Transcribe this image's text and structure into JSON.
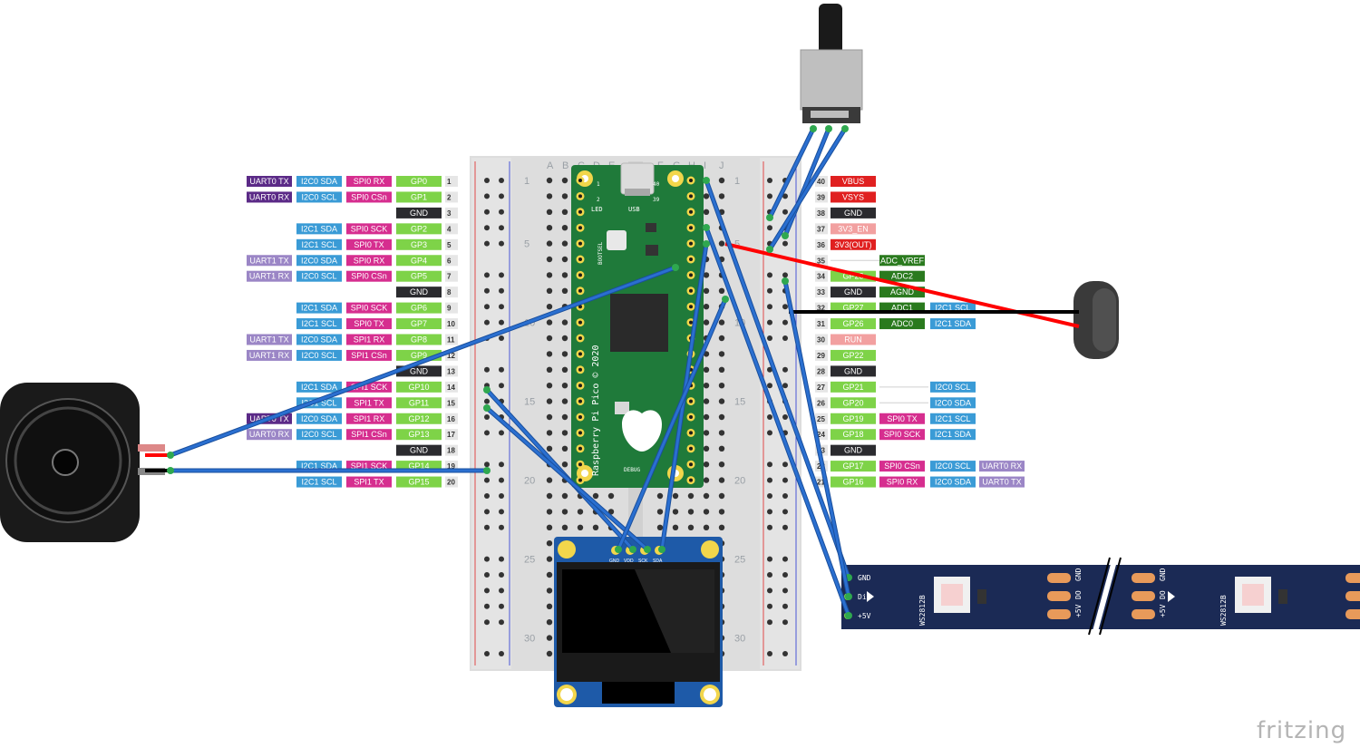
{
  "watermark": "fritzing",
  "breadboard": {
    "rows": [
      "1",
      "5",
      "10",
      "15",
      "20",
      "25",
      "30"
    ],
    "columns": [
      "A",
      "B",
      "C",
      "D",
      "E",
      "F",
      "G",
      "H",
      "I",
      "J"
    ]
  },
  "pico": {
    "vertical_text": "Raspberry Pi Pico © 2020",
    "led_label": "LED",
    "usb_label": "USB",
    "bootsel_label": "BOOTSEL",
    "debug_label": "DEBUG",
    "pin_numbers": [
      "1",
      "2",
      "39",
      "40"
    ]
  },
  "pinout_left": [
    {
      "num": "1",
      "labels": [
        {
          "t": "UART0 TX",
          "k": "uart0"
        },
        {
          "t": "I2C0 SDA",
          "k": "i2c"
        },
        {
          "t": "SPI0 RX",
          "k": "spi"
        },
        {
          "t": "GP0",
          "k": "gp"
        }
      ]
    },
    {
      "num": "2",
      "labels": [
        {
          "t": "UART0 RX",
          "k": "uart0"
        },
        {
          "t": "I2C0 SCL",
          "k": "i2c"
        },
        {
          "t": "SPI0 CSn",
          "k": "spi"
        },
        {
          "t": "GP1",
          "k": "gp"
        }
      ]
    },
    {
      "num": "3",
      "labels": [
        {
          "t": "GND",
          "k": "gnd"
        }
      ]
    },
    {
      "num": "4",
      "labels": [
        {
          "t": "I2C1 SDA",
          "k": "i2c"
        },
        {
          "t": "SPI0 SCK",
          "k": "spi"
        },
        {
          "t": "GP2",
          "k": "gp"
        }
      ]
    },
    {
      "num": "5",
      "labels": [
        {
          "t": "I2C1 SCL",
          "k": "i2c"
        },
        {
          "t": "SPI0 TX",
          "k": "spi"
        },
        {
          "t": "GP3",
          "k": "gp"
        }
      ]
    },
    {
      "num": "6",
      "labels": [
        {
          "t": "UART1 TX",
          "k": "uart1"
        },
        {
          "t": "I2C0 SDA",
          "k": "i2c"
        },
        {
          "t": "SPI0 RX",
          "k": "spi"
        },
        {
          "t": "GP4",
          "k": "gp"
        }
      ]
    },
    {
      "num": "7",
      "labels": [
        {
          "t": "UART1 RX",
          "k": "uart1"
        },
        {
          "t": "I2C0 SCL",
          "k": "i2c"
        },
        {
          "t": "SPI0 CSn",
          "k": "spi"
        },
        {
          "t": "GP5",
          "k": "gp"
        }
      ]
    },
    {
      "num": "8",
      "labels": [
        {
          "t": "GND",
          "k": "gnd"
        }
      ]
    },
    {
      "num": "9",
      "labels": [
        {
          "t": "I2C1 SDA",
          "k": "i2c"
        },
        {
          "t": "SPI0 SCK",
          "k": "spi"
        },
        {
          "t": "GP6",
          "k": "gp"
        }
      ]
    },
    {
      "num": "10",
      "labels": [
        {
          "t": "I2C1 SCL",
          "k": "i2c"
        },
        {
          "t": "SPI0 TX",
          "k": "spi"
        },
        {
          "t": "GP7",
          "k": "gp"
        }
      ]
    },
    {
      "num": "11",
      "labels": [
        {
          "t": "UART1 TX",
          "k": "uart1"
        },
        {
          "t": "I2C0 SDA",
          "k": "i2c"
        },
        {
          "t": "SPI1 RX",
          "k": "spi"
        },
        {
          "t": "GP8",
          "k": "gp"
        }
      ]
    },
    {
      "num": "12",
      "labels": [
        {
          "t": "UART1 RX",
          "k": "uart1"
        },
        {
          "t": "I2C0 SCL",
          "k": "i2c"
        },
        {
          "t": "SPI1 CSn",
          "k": "spi"
        },
        {
          "t": "GP9",
          "k": "gp"
        }
      ]
    },
    {
      "num": "13",
      "labels": [
        {
          "t": "GND",
          "k": "gnd"
        }
      ]
    },
    {
      "num": "14",
      "labels": [
        {
          "t": "I2C1 SDA",
          "k": "i2c"
        },
        {
          "t": "SPI1 SCK",
          "k": "spi"
        },
        {
          "t": "GP10",
          "k": "gp"
        }
      ]
    },
    {
      "num": "15",
      "labels": [
        {
          "t": "I2C1 SCL",
          "k": "i2c"
        },
        {
          "t": "SPI1 TX",
          "k": "spi"
        },
        {
          "t": "GP11",
          "k": "gp"
        }
      ]
    },
    {
      "num": "16",
      "labels": [
        {
          "t": "UART0 TX",
          "k": "uart0"
        },
        {
          "t": "I2C0 SDA",
          "k": "i2c"
        },
        {
          "t": "SPI1 RX",
          "k": "spi"
        },
        {
          "t": "GP12",
          "k": "gp"
        }
      ]
    },
    {
      "num": "17",
      "labels": [
        {
          "t": "UART0 RX",
          "k": "uart1"
        },
        {
          "t": "I2C0 SCL",
          "k": "i2c"
        },
        {
          "t": "SPI1 CSn",
          "k": "spi"
        },
        {
          "t": "GP13",
          "k": "gp"
        }
      ]
    },
    {
      "num": "18",
      "labels": [
        {
          "t": "GND",
          "k": "gnd"
        }
      ]
    },
    {
      "num": "19",
      "labels": [
        {
          "t": "I2C1 SDA",
          "k": "i2c"
        },
        {
          "t": "SPI1 SCK",
          "k": "spi"
        },
        {
          "t": "GP14",
          "k": "gp"
        }
      ]
    },
    {
      "num": "20",
      "labels": [
        {
          "t": "I2C1 SCL",
          "k": "i2c"
        },
        {
          "t": "SPI1 TX",
          "k": "spi"
        },
        {
          "t": "GP15",
          "k": "gp"
        }
      ]
    }
  ],
  "pinout_right": [
    {
      "num": "40",
      "labels": [
        {
          "t": "VBUS",
          "k": "pwr"
        }
      ]
    },
    {
      "num": "39",
      "labels": [
        {
          "t": "VSYS",
          "k": "pwr"
        }
      ]
    },
    {
      "num": "38",
      "labels": [
        {
          "t": "GND",
          "k": "gnd"
        }
      ]
    },
    {
      "num": "37",
      "labels": [
        {
          "t": "3V3_EN",
          "k": "pwrlight"
        }
      ]
    },
    {
      "num": "36",
      "labels": [
        {
          "t": "3V3(OUT)",
          "k": "pwr"
        }
      ]
    },
    {
      "num": "35",
      "labels": [
        {
          "t": "",
          "k": "none"
        },
        {
          "t": "ADC_VREF",
          "k": "adc"
        }
      ]
    },
    {
      "num": "34",
      "labels": [
        {
          "t": "GP28",
          "k": "gp"
        },
        {
          "t": "ADC2",
          "k": "adc"
        }
      ]
    },
    {
      "num": "33",
      "labels": [
        {
          "t": "GND",
          "k": "gnd"
        },
        {
          "t": "AGND",
          "k": "adc"
        }
      ]
    },
    {
      "num": "32",
      "labels": [
        {
          "t": "GP27",
          "k": "gp"
        },
        {
          "t": "ADC1",
          "k": "adc"
        },
        {
          "t": "I2C1 SCL",
          "k": "i2c"
        }
      ]
    },
    {
      "num": "31",
      "labels": [
        {
          "t": "GP26",
          "k": "gp"
        },
        {
          "t": "ADC0",
          "k": "adc"
        },
        {
          "t": "I2C1 SDA",
          "k": "i2c"
        }
      ]
    },
    {
      "num": "30",
      "labels": [
        {
          "t": "RUN",
          "k": "pwrlight"
        }
      ]
    },
    {
      "num": "29",
      "labels": [
        {
          "t": "GP22",
          "k": "gp"
        }
      ]
    },
    {
      "num": "28",
      "labels": [
        {
          "t": "GND",
          "k": "gnd"
        }
      ]
    },
    {
      "num": "27",
      "labels": [
        {
          "t": "GP21",
          "k": "gp"
        },
        {
          "t": "",
          "k": "none"
        },
        {
          "t": "I2C0 SCL",
          "k": "i2c"
        }
      ]
    },
    {
      "num": "26",
      "labels": [
        {
          "t": "GP20",
          "k": "gp"
        },
        {
          "t": "",
          "k": "none"
        },
        {
          "t": "I2C0 SDA",
          "k": "i2c"
        }
      ]
    },
    {
      "num": "25",
      "labels": [
        {
          "t": "GP19",
          "k": "gp"
        },
        {
          "t": "SPI0 TX",
          "k": "spi"
        },
        {
          "t": "I2C1 SCL",
          "k": "i2c"
        }
      ]
    },
    {
      "num": "24",
      "labels": [
        {
          "t": "GP18",
          "k": "gp"
        },
        {
          "t": "SPI0 SCK",
          "k": "spi"
        },
        {
          "t": "I2C1 SDA",
          "k": "i2c"
        }
      ]
    },
    {
      "num": "23",
      "labels": [
        {
          "t": "GND",
          "k": "gnd"
        }
      ]
    },
    {
      "num": "22",
      "labels": [
        {
          "t": "GP17",
          "k": "gp"
        },
        {
          "t": "SPI0 CSn",
          "k": "spi"
        },
        {
          "t": "I2C0 SCL",
          "k": "i2c"
        },
        {
          "t": "UART0 RX",
          "k": "uart1"
        }
      ]
    },
    {
      "num": "21",
      "labels": [
        {
          "t": "GP16",
          "k": "gp"
        },
        {
          "t": "SPI0 RX",
          "k": "spi"
        },
        {
          "t": "I2C0 SDA",
          "k": "i2c"
        },
        {
          "t": "UART0 TX",
          "k": "uart1"
        }
      ]
    }
  ],
  "colors": {
    "gp": "#7ed348",
    "i2c": "#3a9bd6",
    "spi": "#d62e8f",
    "uart0": "#5b2a87",
    "uart1": "#9b86c6",
    "gnd": "#2b2b2f",
    "pwr": "#e02020",
    "pwrlight": "#f2a0a0",
    "adc": "#2a7a1e",
    "wire_blue": "#2a6fd0",
    "wire_red": "#ff0000",
    "wire_black": "#000000",
    "pcb_green": "#1f7a3a",
    "strip_navy": "#1b2a55"
  },
  "oled": {
    "pins": [
      "GND",
      "VDD",
      "SCK",
      "SDA"
    ]
  },
  "led_strip": {
    "chip_label": "WS2812B",
    "pads_in": [
      "GND",
      "Din",
      "+5V"
    ],
    "pads_out": [
      "GND",
      "DO",
      "+5V"
    ]
  }
}
